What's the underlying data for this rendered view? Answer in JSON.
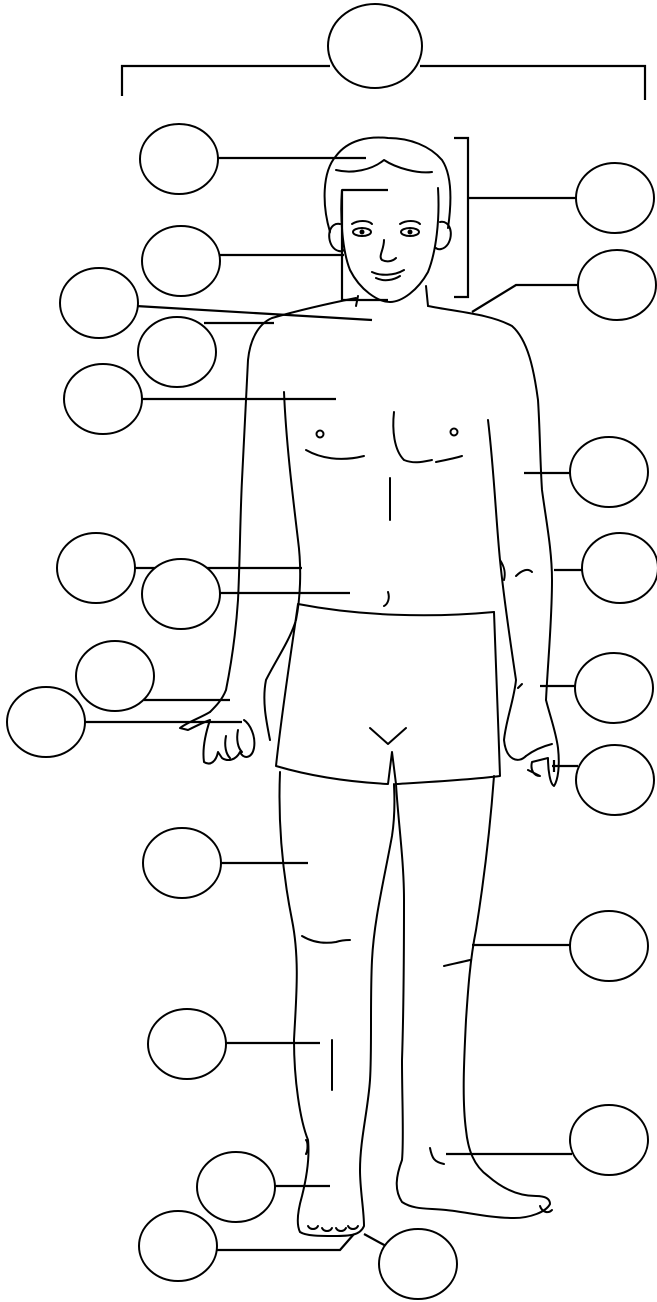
{
  "diagram": {
    "subject": "front-view-human-body",
    "labels": [
      {
        "id": "whole-body",
        "text": ""
      },
      {
        "id": "head-top",
        "text": ""
      },
      {
        "id": "face",
        "text": ""
      },
      {
        "id": "neck-left",
        "text": ""
      },
      {
        "id": "shoulder-left",
        "text": ""
      },
      {
        "id": "chest",
        "text": ""
      },
      {
        "id": "waist-side",
        "text": ""
      },
      {
        "id": "navel",
        "text": ""
      },
      {
        "id": "wrist-left",
        "text": ""
      },
      {
        "id": "hand-left",
        "text": ""
      },
      {
        "id": "thigh",
        "text": ""
      },
      {
        "id": "shin",
        "text": ""
      },
      {
        "id": "ankle-left",
        "text": ""
      },
      {
        "id": "toes",
        "text": ""
      },
      {
        "id": "foot-sole",
        "text": ""
      },
      {
        "id": "head-bracket",
        "text": ""
      },
      {
        "id": "shoulder-right",
        "text": ""
      },
      {
        "id": "upper-arm",
        "text": ""
      },
      {
        "id": "elbow",
        "text": ""
      },
      {
        "id": "forearm",
        "text": ""
      },
      {
        "id": "hand-right",
        "text": ""
      },
      {
        "id": "knee",
        "text": ""
      },
      {
        "id": "ankle-right",
        "text": ""
      }
    ]
  }
}
